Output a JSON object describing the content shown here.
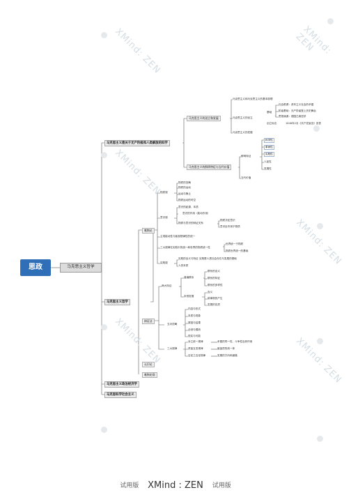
{
  "root": {
    "label": "思政"
  },
  "l1": {
    "label": "马克思主义哲学"
  },
  "branches": {
    "b1": "马克思主义是关于无产阶级和人类解放的科学",
    "b2": "马克思主义哲学",
    "b3": "马克思主义政治经济学",
    "b4": "马克思科学社会主义"
  },
  "sec1": {
    "a": "马克思主义的创立和发展",
    "a1": "马克思主义和马克思主义的基本原理",
    "a2": "马克思主义的创立",
    "a2_sub": "基础",
    "a2_s1": "社会根源：资本主义社会的矛盾",
    "a2_s2": "阶级基础：无产阶级登上历史舞台",
    "a2_s3": "思想渊源：德国古典哲学",
    "a2_mark": "创立标志",
    "a2_mark_v": "1848年2月《共产党宣言》发表",
    "a3": "马克思主义的发展",
    "b": "马克思主义的鲜明特征与当代价值",
    "c": "鲜明特征",
    "c1": "科学性",
    "c2": "革命性",
    "c3": "实践性",
    "c4": "人民性",
    "c5": "发展性",
    "d": "当代价值"
  },
  "sec2": {
    "w": "唯物论",
    "w1": "物质观",
    "w1a": "物质的范畴",
    "w1b": "物质的运动",
    "w1c": "运动与静止",
    "w1d": "物质运动的时空",
    "w2": "意识观",
    "w2a": "意识的起源、本质",
    "w2b": "意识的作用（能动作用）",
    "w2c": "物质与意识的辩证关系",
    "w2c1": "物质决定意识",
    "w2c2": "意识反作用于物质",
    "w3": "主观能动性与客观规律性的统一",
    "w4": "三大规律在实践中的统一和世界的物质统一性",
    "w4a": "世界统一于物质",
    "w4b": "物质世界统一的基础",
    "w5": "实践观",
    "w5a": "实践的含义与特征",
    "w5b": "实践是人类社会存在与发展的基础",
    "w5c": "人的本质",
    "v": "辩证法",
    "v1": "两大特征",
    "v1a": "普遍联系",
    "v1a1": "联系的含义",
    "v1a2": "联系的特征",
    "v1a3": "联系的多样性",
    "v1b": "永恒发展",
    "v1b1": "含义",
    "v1b2": "新事物的产生",
    "v1b3": "发展的实质",
    "v2": "五对范畴",
    "v2a": "内容与形式",
    "v2b": "本质与现象",
    "v2c": "原因与结果",
    "v2d": "必然与偶然",
    "v2e": "现实与可能",
    "v3": "三大规律",
    "v3a": "对立统一规律",
    "v3a1": "矛盾的同一性、斗争性及其作用",
    "v3b": "质量互变规律",
    "v3b1": "度量质的统一体",
    "v3c": "否定之否定规律",
    "v3c1": "发展的方向和道路",
    "u": "认识论",
    "h": "唯物史观"
  },
  "footer": {
    "left": "试用版",
    "logo": "XMind : ZEN",
    "right": "试用版"
  },
  "watermark": "XMind: ZEN"
}
